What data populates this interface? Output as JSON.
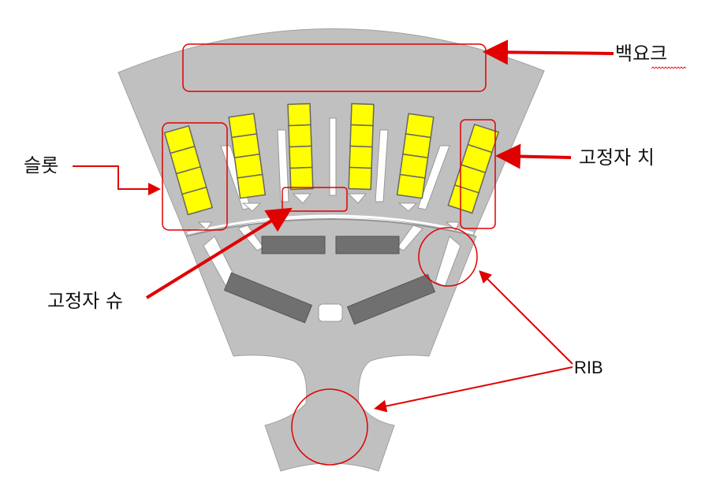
{
  "labels": {
    "back_yoke": "백요크",
    "slot": "슬롯",
    "stator_tooth": "고정자 치",
    "stator_shoe": "고정자 슈",
    "rib": "RIB"
  },
  "colors": {
    "steel": "#c0c0c0",
    "coil": "#ffff00",
    "magnet": "#707070",
    "highlight": "#e00000"
  }
}
